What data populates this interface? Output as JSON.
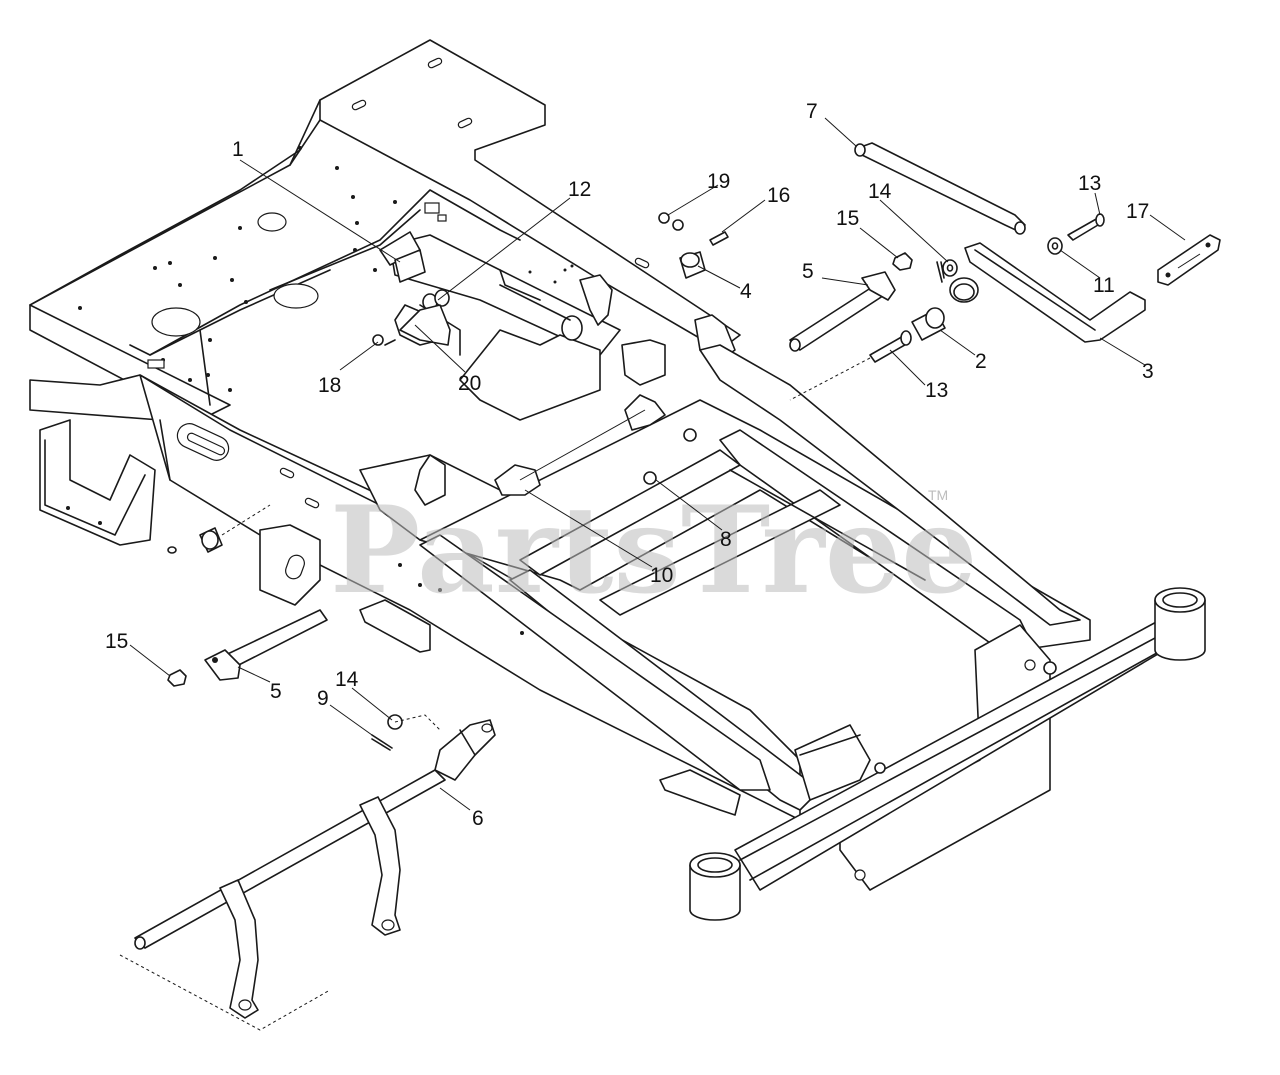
{
  "watermark": {
    "text": "PartsTree",
    "trademark": "TM"
  },
  "callouts": [
    {
      "id": "c1",
      "label": "1"
    },
    {
      "id": "c2",
      "label": "2"
    },
    {
      "id": "c3",
      "label": "3"
    },
    {
      "id": "c4",
      "label": "4"
    },
    {
      "id": "c5a",
      "label": "5"
    },
    {
      "id": "c5b",
      "label": "5"
    },
    {
      "id": "c6",
      "label": "6"
    },
    {
      "id": "c7",
      "label": "7"
    },
    {
      "id": "c8",
      "label": "8"
    },
    {
      "id": "c9",
      "label": "9"
    },
    {
      "id": "c10",
      "label": "10"
    },
    {
      "id": "c11",
      "label": "11"
    },
    {
      "id": "c12",
      "label": "12"
    },
    {
      "id": "c13a",
      "label": "13"
    },
    {
      "id": "c13b",
      "label": "13"
    },
    {
      "id": "c14a",
      "label": "14"
    },
    {
      "id": "c14b",
      "label": "14"
    },
    {
      "id": "c15a",
      "label": "15"
    },
    {
      "id": "c15b",
      "label": "15"
    },
    {
      "id": "c16",
      "label": "16"
    },
    {
      "id": "c17",
      "label": "17"
    },
    {
      "id": "c18",
      "label": "18"
    },
    {
      "id": "c19",
      "label": "19"
    },
    {
      "id": "c20",
      "label": "20"
    }
  ]
}
